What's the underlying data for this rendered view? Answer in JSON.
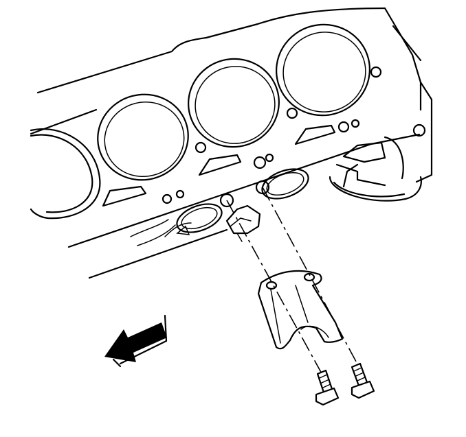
{
  "diagram": {
    "subject": "engine-block-underside-with-bracket-and-bolts",
    "parts": {
      "cylinder_bores": 4,
      "bolts": 2
    },
    "colors": {
      "line": "#000000",
      "background": "#ffffff",
      "arrow_fill": "#000000"
    },
    "icons": [
      "direction-arrow-icon"
    ]
  }
}
